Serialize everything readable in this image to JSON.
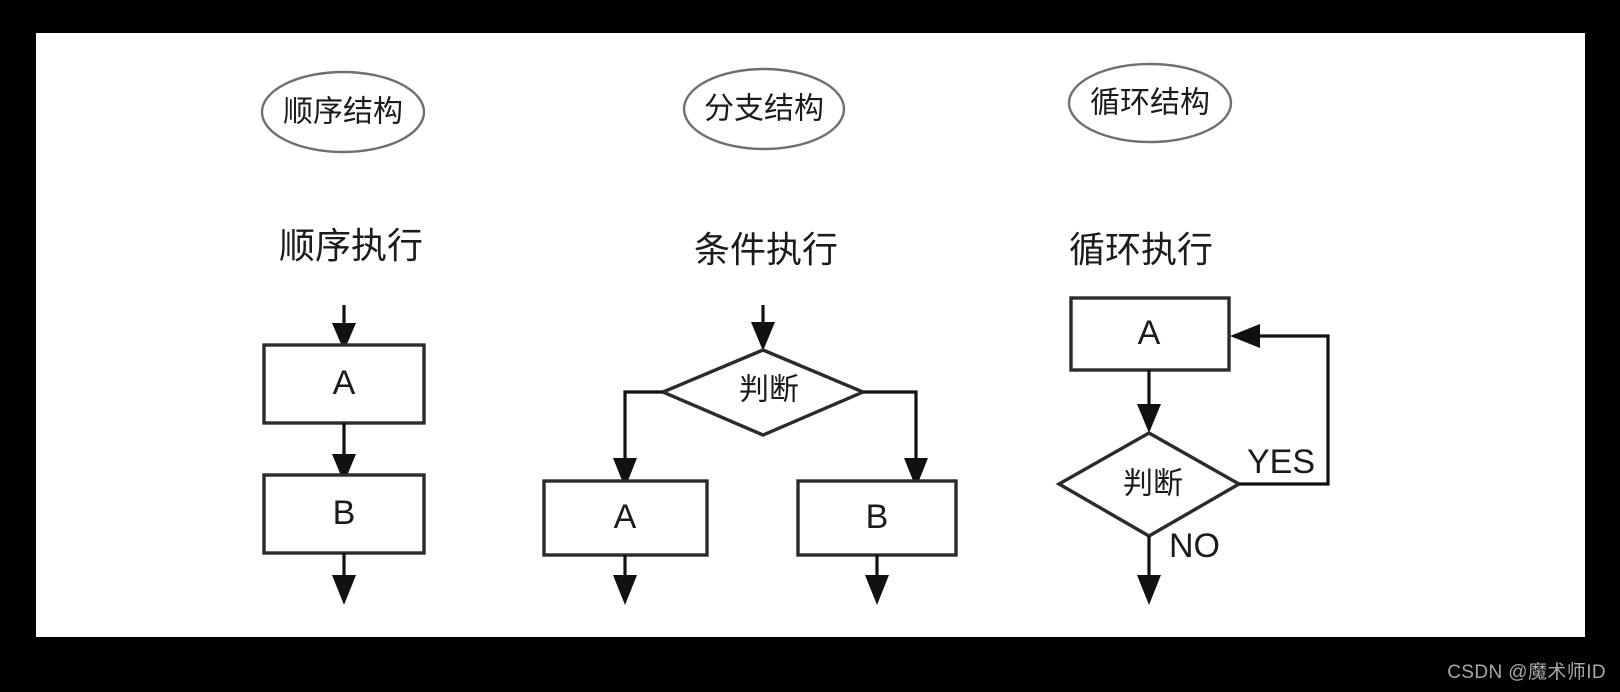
{
  "figure": {
    "background_color": "#000000",
    "surface_color": "#ffffff",
    "watermark": "CSDN @魔术师ID"
  },
  "columns": [
    {
      "id": "sequence",
      "badge": "顺序结构",
      "heading": "顺序执行",
      "nodes": [
        {
          "id": "seq-a",
          "type": "process",
          "label": "A"
        },
        {
          "id": "seq-b",
          "type": "process",
          "label": "B"
        }
      ],
      "edge_labels": []
    },
    {
      "id": "branch",
      "badge": "分支结构",
      "heading": "条件执行",
      "nodes": [
        {
          "id": "branch-decision",
          "type": "decision",
          "label": "判断"
        },
        {
          "id": "branch-a",
          "type": "process",
          "label": "A"
        },
        {
          "id": "branch-b",
          "type": "process",
          "label": "B"
        }
      ],
      "edge_labels": []
    },
    {
      "id": "loop",
      "badge": "循环结构",
      "heading": "循环执行",
      "nodes": [
        {
          "id": "loop-a",
          "type": "process",
          "label": "A"
        },
        {
          "id": "loop-decision",
          "type": "decision",
          "label": "判断"
        }
      ],
      "edge_labels": [
        {
          "id": "loop-yes",
          "label": "YES"
        },
        {
          "id": "loop-no",
          "label": "NO"
        }
      ]
    }
  ]
}
